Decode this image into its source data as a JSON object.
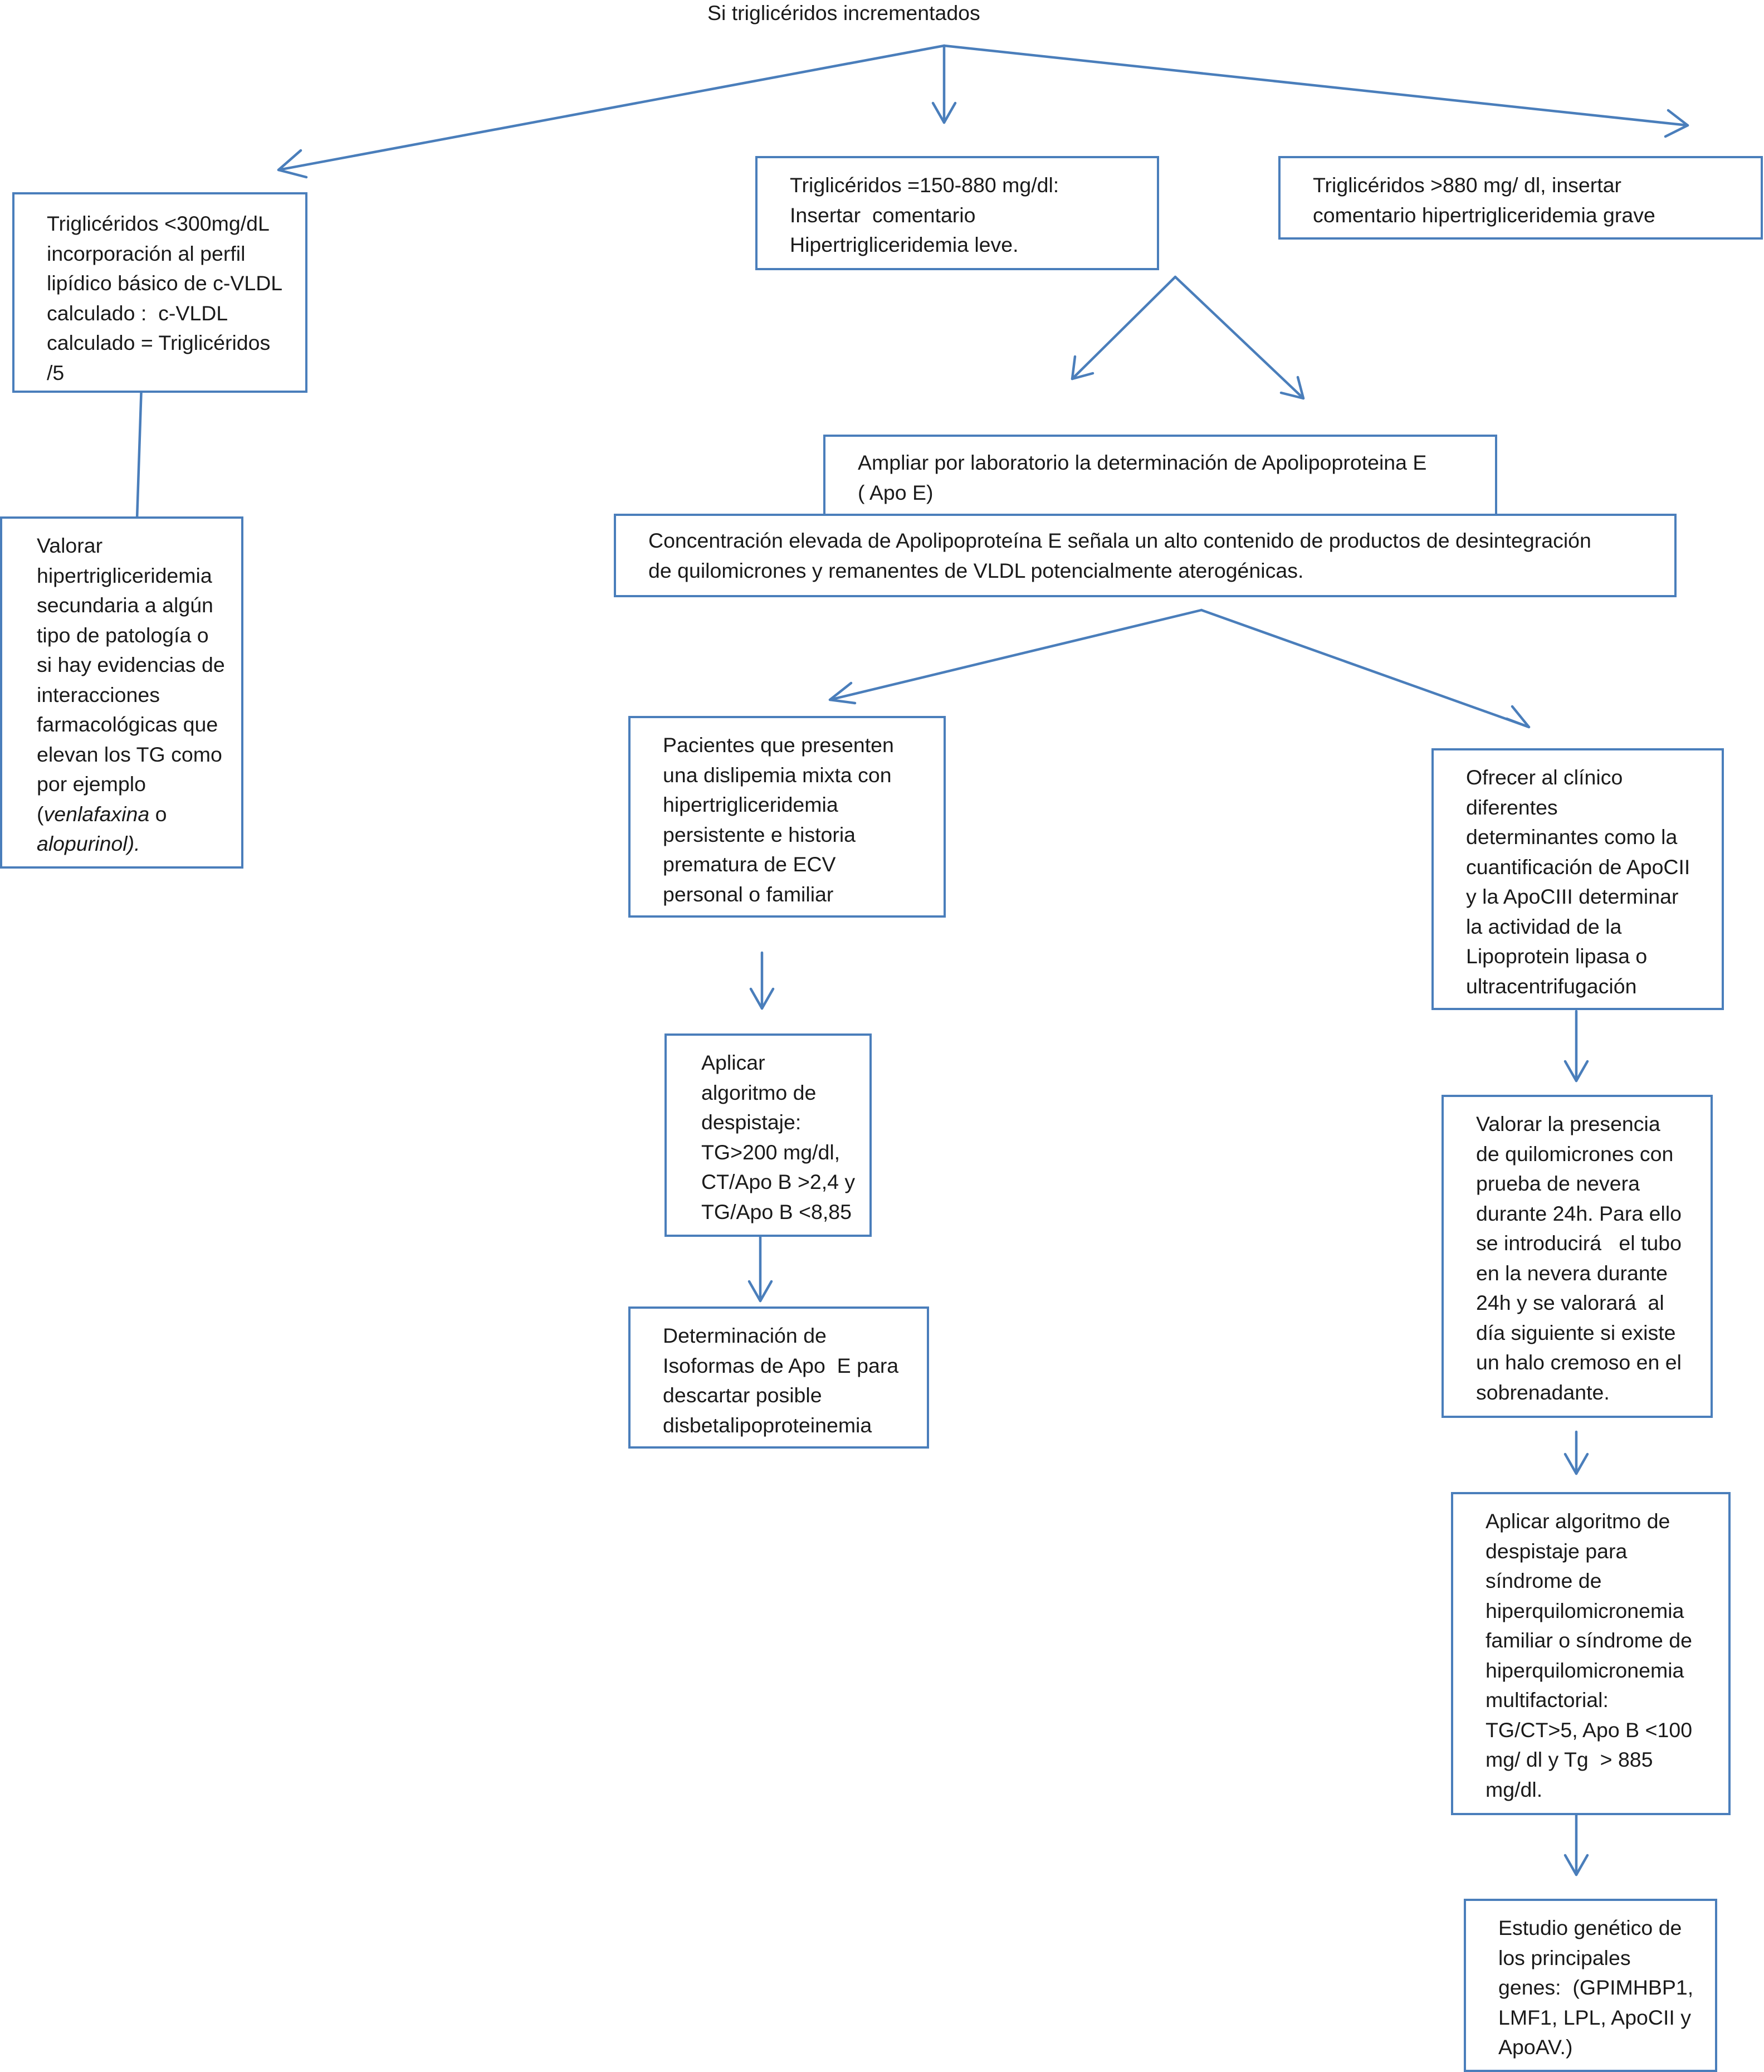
{
  "title": "Si triglicéridos incrementados",
  "colors": {
    "border": "#4a7ebb",
    "arrow": "#4a7ebb",
    "text": "#1a1a1a"
  },
  "nodes": {
    "tg_lt_300": {
      "lines": [
        "Triglicéridos <300mg/dL",
        "incorporación al perfil",
        "lipídico básico de c-VLDL",
        "calculado :  c-VLDL",
        "calculado = Triglicéridos",
        "/5"
      ]
    },
    "tg_150_880": {
      "lines": [
        "Triglicéridos =150-880 mg/dl:",
        "Insertar  comentario",
        "Hipertrigliceridemia leve."
      ]
    },
    "tg_gt_880": {
      "lines": [
        "Triglicéridos >880 mg/ dl, insertar",
        "comentario hipertrigliceridemia grave"
      ]
    },
    "valorar_secundaria": {
      "lines": [
        "Valorar",
        "hipertrigliceridemia",
        "secundaria a algún",
        "tipo de patología o",
        "si hay evidencias de",
        "interacciones",
        "farmacológicas que",
        "elevan los TG como",
        "por ejemplo"
      ],
      "line_italic_1_pre": "(",
      "line_italic_1_it": "venlafaxina",
      "line_italic_1_post": " o",
      "line_italic_2_it": "alopurinol).",
      "line_italic_2_post": ""
    },
    "ampliar_apoe": {
      "lines": [
        "Ampliar por laboratorio la determinación de Apolipoproteina E",
        "( Apo E)"
      ]
    },
    "concentracion_apoe": {
      "lines": [
        "Concentración elevada de Apolipoproteína E señala un alto contenido de productos de desintegración",
        "de quilomicrones y remanentes de VLDL potencialmente aterogénicas."
      ]
    },
    "pacientes_dislipemia": {
      "lines": [
        "Pacientes que presenten",
        "una dislipemia mixta con",
        "hipertrigliceridemia",
        "persistente e historia",
        "prematura de ECV",
        "personal o familiar"
      ]
    },
    "ofrecer_clinico": {
      "lines": [
        "Ofrecer al clínico",
        "diferentes",
        "determinantes como la",
        "cuantificación de ApoCII",
        "y la ApoCIII determinar",
        "la actividad de la",
        "Lipoprotein lipasa o",
        "ultracentrifugación"
      ]
    },
    "aplicar_despistaje": {
      "lines": [
        "Aplicar",
        "algoritmo de",
        "despistaje:",
        "TG>200 mg/dl,",
        "CT/Apo B >2,4 y",
        "TG/Apo B <8,85"
      ]
    },
    "valorar_quilomicrones": {
      "lines": [
        "Valorar la presencia",
        "de quilomicrones con",
        "prueba de nevera",
        "durante 24h. Para ello",
        "se introducirá   el tubo",
        "en la nevera durante",
        "24h y se valorará  al",
        "día siguiente si existe",
        "un halo cremoso en el",
        "sobrenadante."
      ]
    },
    "determinacion_isoformas": {
      "lines": [
        "Determinación de",
        "Isoformas de Apo  E para",
        "descartar posible",
        "disbetalipoproteinemia"
      ]
    },
    "aplicar_hiperquilo": {
      "lines": [
        "Aplicar algoritmo de",
        "despistaje para",
        "síndrome de",
        "hiperquilomicronemia",
        "familiar o síndrome de",
        "hiperquilomicronemia",
        "multifactorial:",
        "TG/CT>5, Apo B <100",
        "mg/ dl y Tg  > 885",
        "mg/dl."
      ]
    },
    "estudio_genetico": {
      "lines": [
        "Estudio genético de",
        "los principales",
        "genes:  (GPIMHBP1,",
        "LMF1, LPL, ApoCII y",
        "ApoAV.)"
      ]
    }
  }
}
